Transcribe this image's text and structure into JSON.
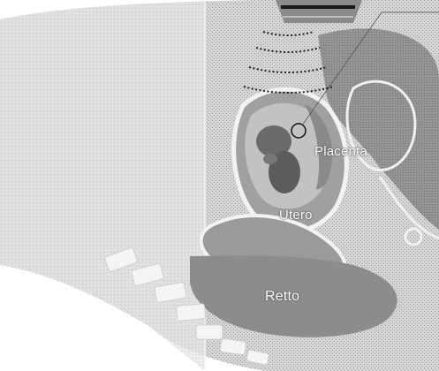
{
  "labels": {
    "placenta": "Placenta",
    "utero": "Utero",
    "retto": "Retto"
  },
  "colors": {
    "background": "#ffffff",
    "body_tissue": "#cfcfcf",
    "body_tissue_dark": "#a9a9a9",
    "fluid": "#e8e8e8",
    "organ_dark": "#7b7b7b",
    "fetus": "#5f5f5f",
    "probe": "#7a7a7a",
    "wave": "#222222"
  },
  "icons": {
    "probe": "ultrasound-probe-icon",
    "waves": "ultrasound-waves-icon",
    "focus": "focus-circle-icon"
  }
}
